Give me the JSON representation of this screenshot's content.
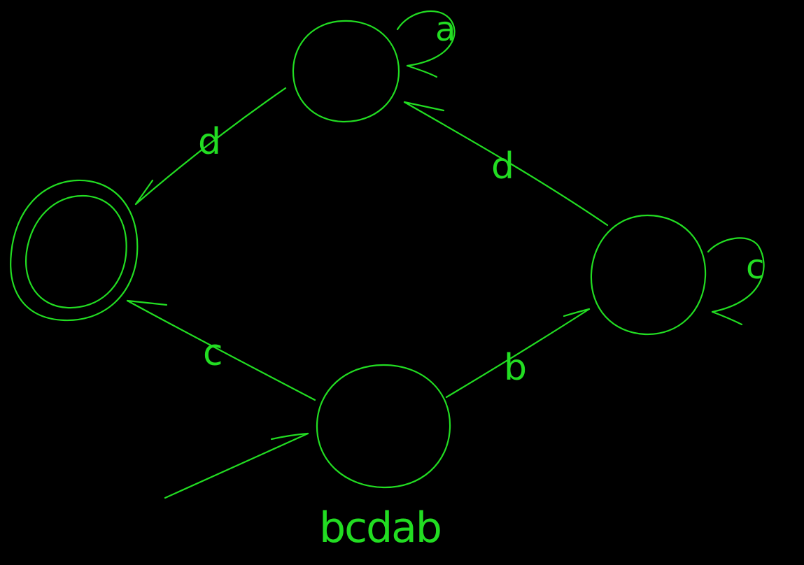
{
  "diagram": {
    "kind": "finite-automaton",
    "stroke_color": "#22dd22",
    "background_color": "#000000",
    "states": [
      {
        "id": "top",
        "accepting": false,
        "initial": false
      },
      {
        "id": "left",
        "accepting": true,
        "initial": false
      },
      {
        "id": "right",
        "accepting": false,
        "initial": false
      },
      {
        "id": "bottom",
        "accepting": false,
        "initial": true
      }
    ],
    "transitions": [
      {
        "from": "top",
        "to": "top",
        "label": "a"
      },
      {
        "from": "top",
        "to": "left",
        "label": "d"
      },
      {
        "from": "right",
        "to": "top",
        "label": "d"
      },
      {
        "from": "right",
        "to": "right",
        "label": "c"
      },
      {
        "from": "bottom",
        "to": "right",
        "label": "b"
      },
      {
        "from": "bottom",
        "to": "left",
        "label": "c"
      }
    ],
    "input_word": "bcdab"
  }
}
